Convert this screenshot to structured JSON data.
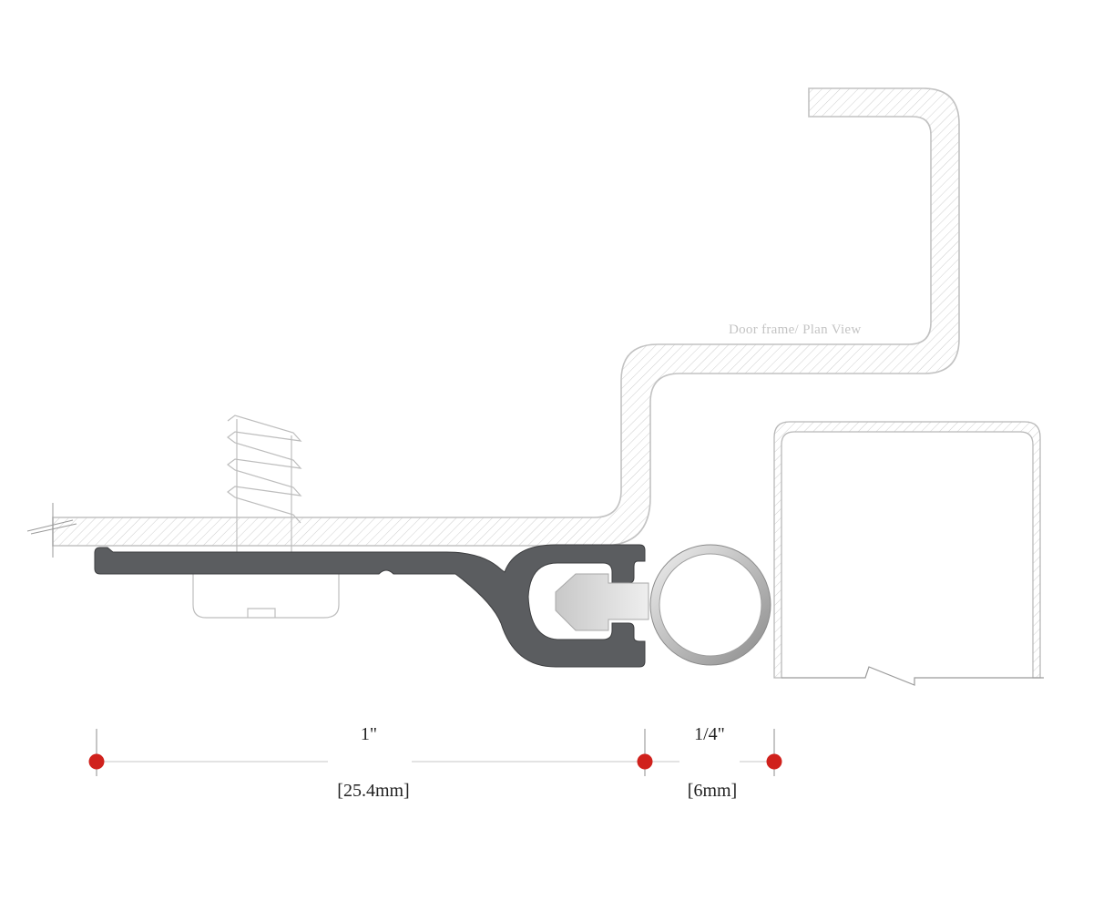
{
  "labels": {
    "frame": "Door frame/ Plan View"
  },
  "dimensions": [
    {
      "id": "dim-1in",
      "inch": "1\"",
      "metric": "[25.4mm]"
    },
    {
      "id": "dim-quarter",
      "inch": "1/4\"",
      "metric": "[6mm]"
    }
  ],
  "colors": {
    "profile": "#5b5d60",
    "hatch_stroke": "#c9c9c9",
    "outline": "#b8b8b8",
    "marker": "#d0211c",
    "dim_line": "#d2d2d2"
  }
}
